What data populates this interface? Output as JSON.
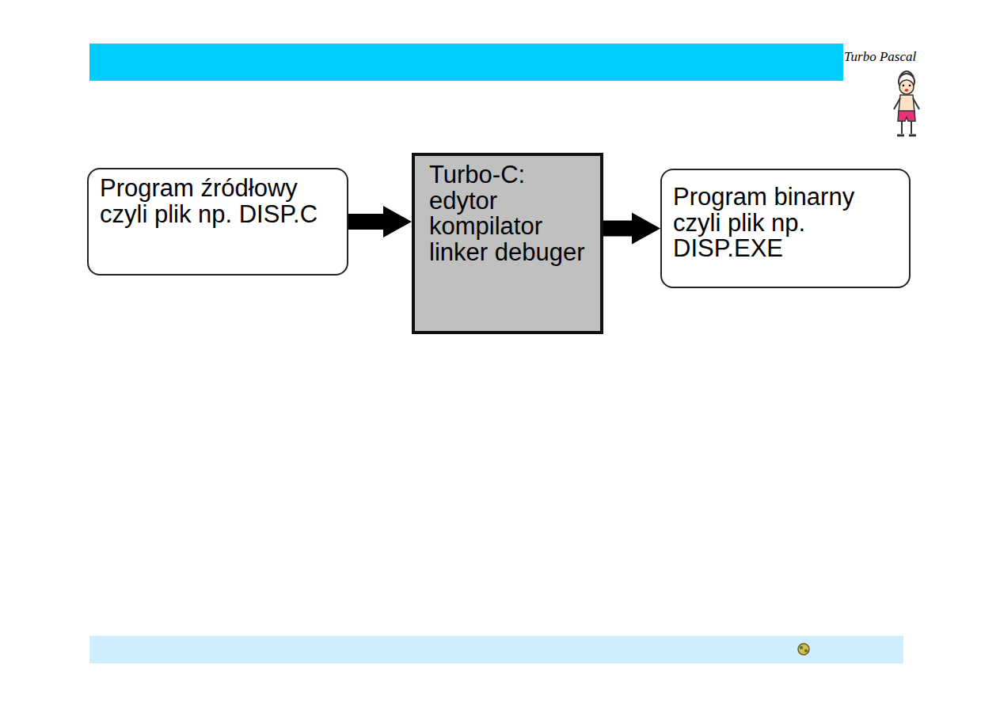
{
  "diagram": {
    "nodes": [
      {
        "text": [
          "Program źródłowy czyli plik np. DISP.C"
        ]
      },
      {
        "text": [
          "Turbo-C: edytor kompilator linker debuger"
        ]
      },
      {
        "text": [
          "Program binarny czyli plik np. DISP.EXE"
        ]
      }
    ],
    "edges": [
      {
        "from": 0,
        "to": 1,
        "arrow": "to"
      },
      {
        "from": 1,
        "to": 2,
        "arrow": "to"
      }
    ],
    "labels": [
      "Turbo Pascal"
    ]
  }
}
